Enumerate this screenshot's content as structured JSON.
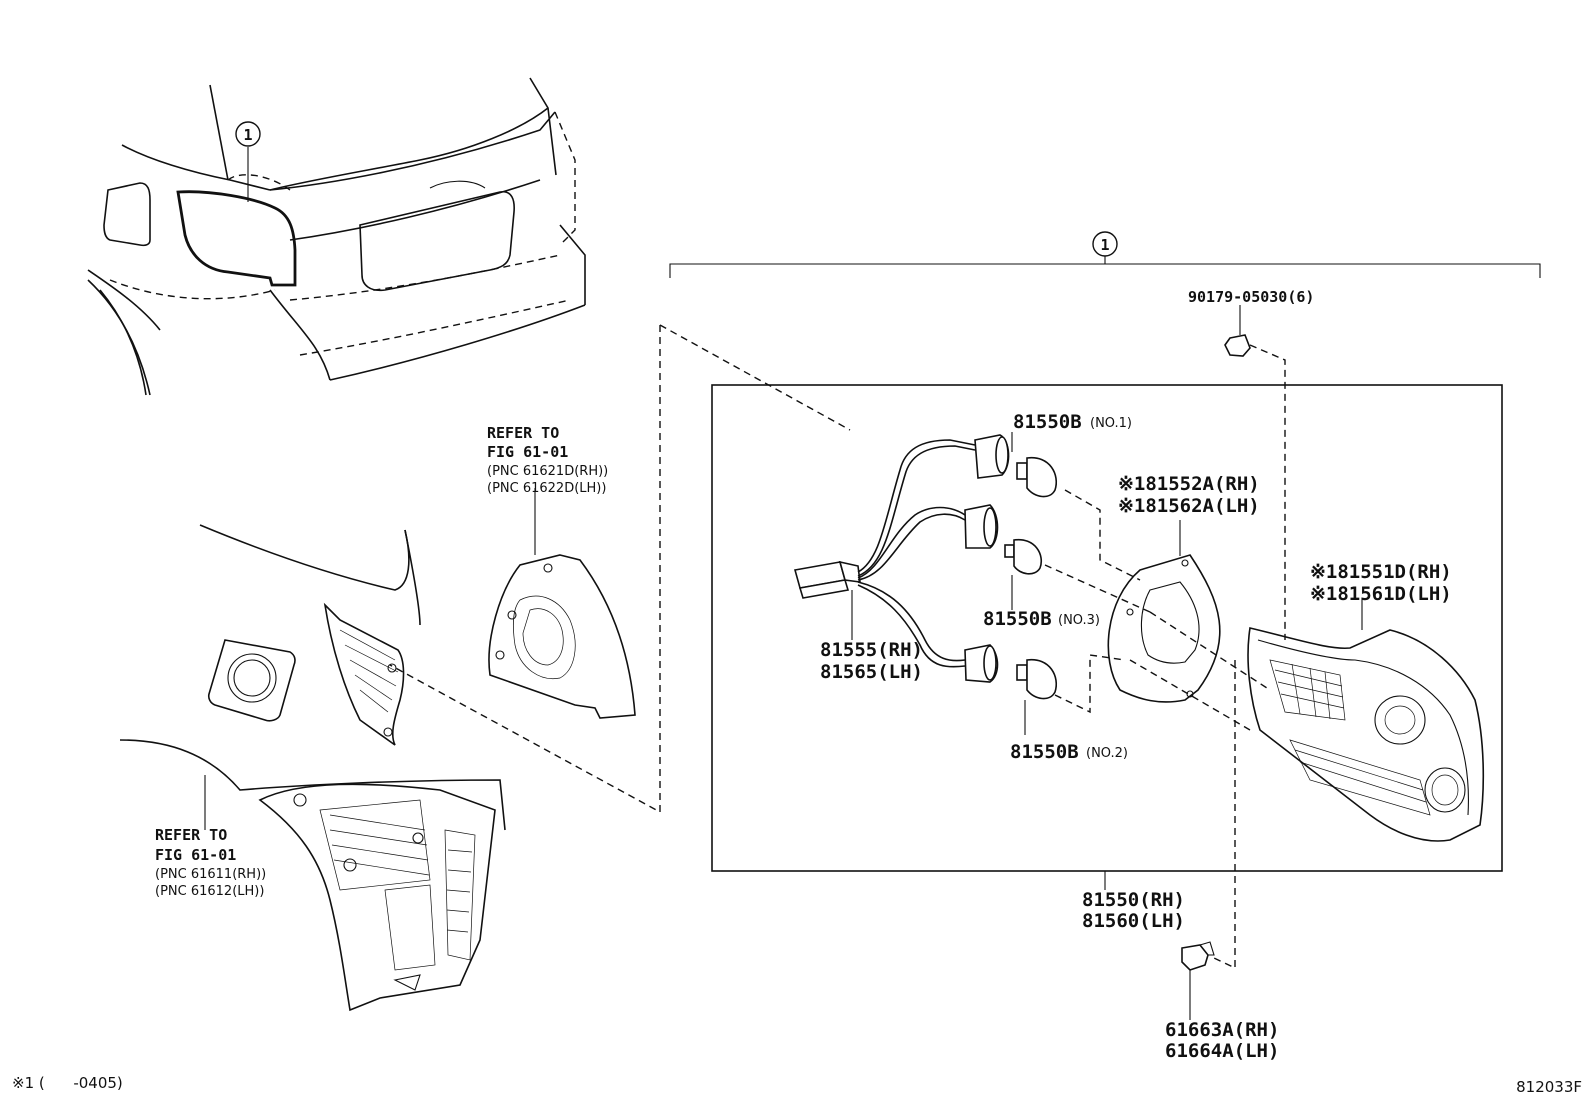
{
  "callouts": {
    "assembly_marker": "1",
    "vehicle_marker": "1"
  },
  "parts": {
    "bolt": "90179-05030(6)",
    "bulb_no1": "81550B",
    "bulb_no1_note": "(NO.1)",
    "bulb_no3": "81550B",
    "bulb_no3_note": "(NO.3)",
    "bulb_no2": "81550B",
    "bulb_no2_note": "(NO.2)",
    "gasket_rh": "※181552A(RH)",
    "gasket_lh": "※181562A(LH)",
    "lens_rh": "※181551D(RH)",
    "lens_lh": "※181561D(LH)",
    "socket_rh": "81555(RH)",
    "socket_lh": "81565(LH)",
    "lamp_rh": "81550(RH)",
    "lamp_lh": "81560(LH)",
    "clip_rh": "61663A(RH)",
    "clip_lh": "61664A(LH)"
  },
  "refs": {
    "upper": {
      "line1": "REFER TO",
      "line2": "FIG 61-01",
      "line3": "(PNC 61621D(RH))",
      "line4": "(PNC 61622D(LH))"
    },
    "lower": {
      "line1": "REFER TO",
      "line2": "FIG 61-01",
      "line3": "(PNC 61611(RH))",
      "line4": "(PNC 61612(LH))"
    }
  },
  "footer": {
    "note": "※1 (      -0405)",
    "figure_id": "812033F"
  }
}
